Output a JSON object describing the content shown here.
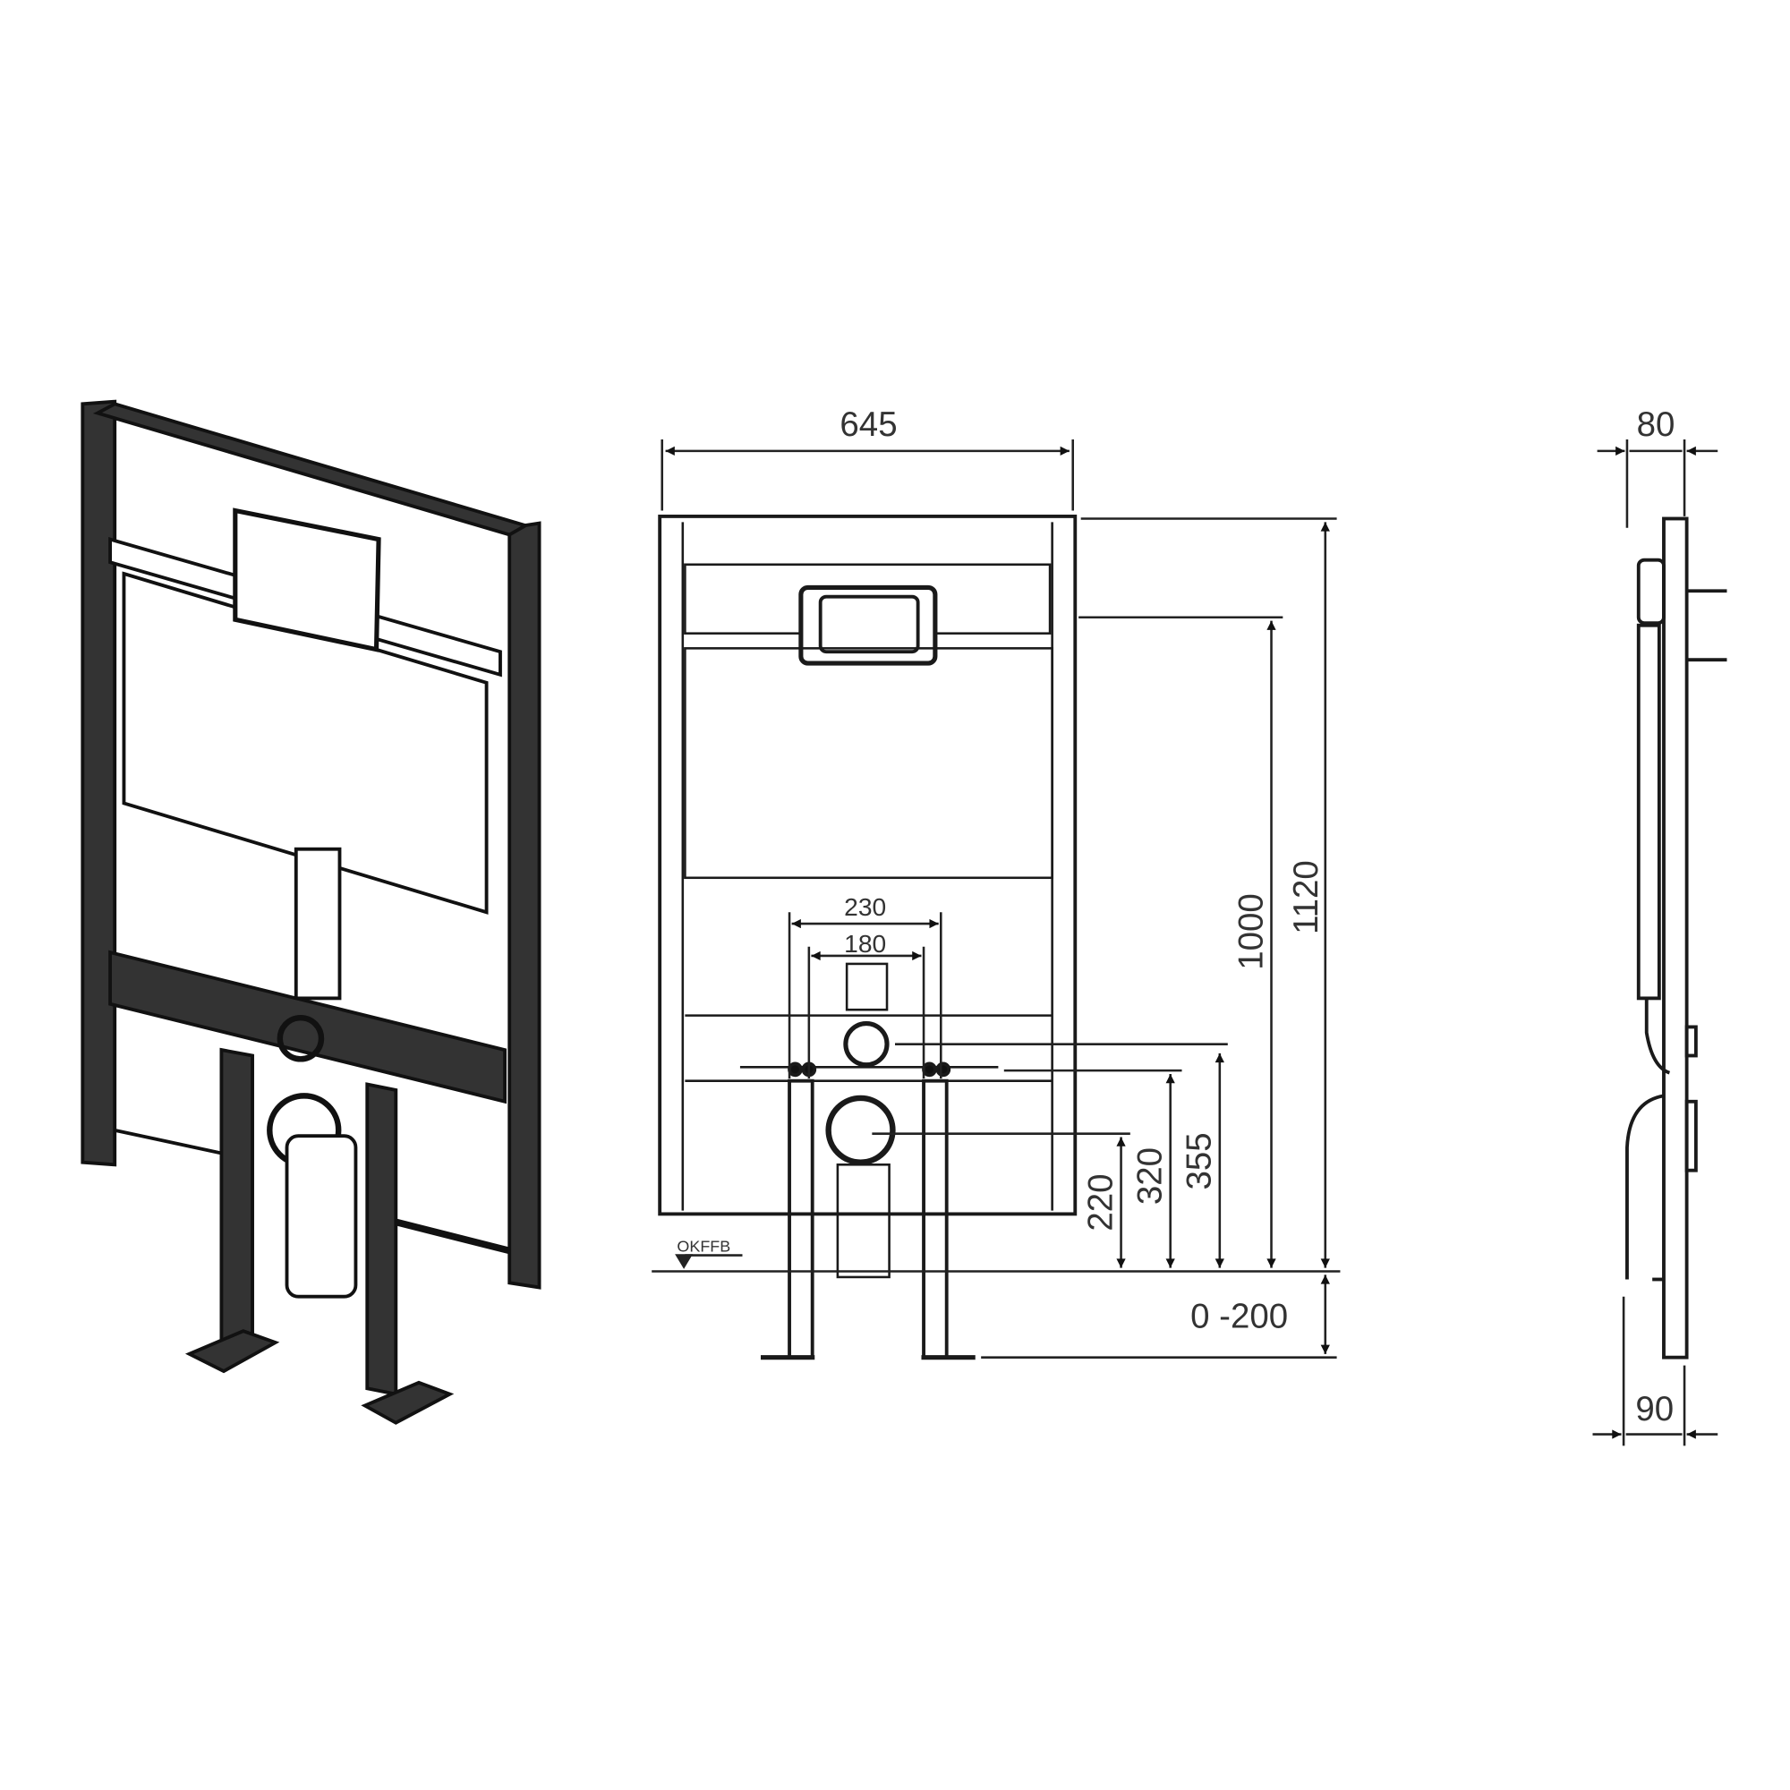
{
  "dimensions": {
    "width_645": "645",
    "height_1120": "1120",
    "height_1000": "1000",
    "height_355": "355",
    "height_320": "320",
    "height_220": "220",
    "spacing_230": "230",
    "spacing_180": "180",
    "adjust_0_200": "0 -200",
    "depth_80": "80",
    "depth_90": "90"
  },
  "labels": {
    "floor_level": "OKFFB"
  },
  "colors": {
    "line": "#1a1a1a",
    "frame": "#2b2b2b",
    "text": "#333333"
  }
}
